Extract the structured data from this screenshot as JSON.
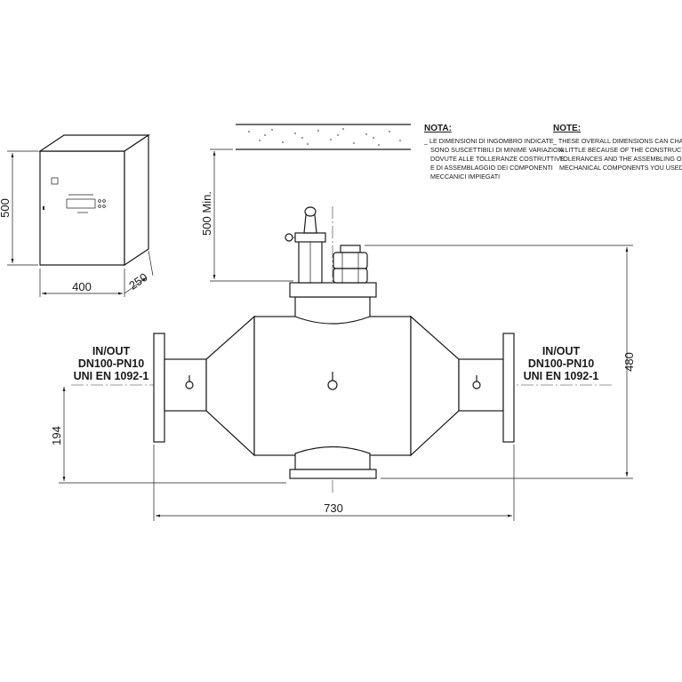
{
  "dimensions": {
    "panel_height": "500",
    "panel_width": "400",
    "panel_depth": "250",
    "min_clearance": "500 Min.",
    "total_height": "480",
    "axis_height": "194",
    "total_length": "730"
  },
  "connections": {
    "left": {
      "line1": "IN/OUT",
      "line2": "DN100-PN10",
      "line3": "UNI EN 1092-1"
    },
    "right": {
      "line1": "IN/OUT",
      "line2": "DN100-PN10",
      "line3": "UNI EN 1092-1"
    }
  },
  "note_it": {
    "title": "NOTA:",
    "lines": [
      "_ LE DIMENSIONI DI INGOMBRO INDICATE",
      "SONO SUSCETTIBILI DI MINIME VARIAZIONI",
      "DOVUTE ALLE TOLLERANZE COSTRUTTIVE",
      "E DI ASSEMBLAGGIO DEI COMPONENTI",
      "MECCANICI IMPIEGATI"
    ]
  },
  "note_en": {
    "title": "NOTE:",
    "lines": [
      "_ THESE OVERALL DIMENSIONS CAN CHANGE",
      "A LITTLE BECAUSE OF THE CONSTRUCTIVE",
      "TOLERANCES AND THE ASSEMBLING OF",
      "MECHANICAL COMPONENTS YOU USED."
    ]
  }
}
